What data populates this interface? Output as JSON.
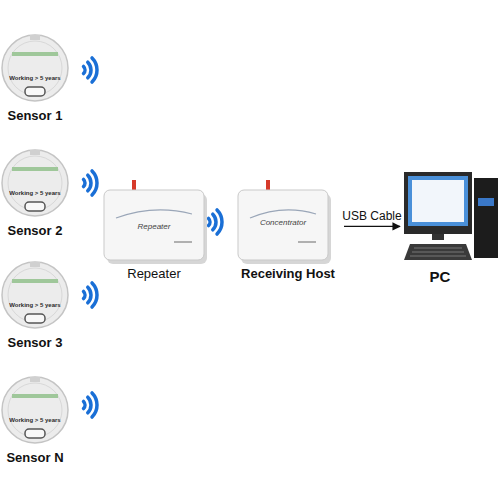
{
  "diagram": {
    "nodes": [
      {
        "text": [
          "Sensor 1",
          "Working > 5 years"
        ]
      },
      {
        "text": [
          "Sensor 2",
          "Working > 5 years"
        ]
      },
      {
        "text": [
          "Sensor 3",
          "Working > 5 years"
        ]
      },
      {
        "text": [
          "Sensor N",
          "Working > 5 years"
        ]
      },
      {
        "text": [
          "Repeater",
          "Repeater"
        ]
      },
      {
        "text": [
          "Receiving Host",
          "Concentrator"
        ]
      },
      {
        "text": [
          "PC"
        ]
      }
    ],
    "edges": [
      {
        "from": 5,
        "to": 6,
        "label": "USB Cable",
        "arrow": "to"
      }
    ]
  }
}
